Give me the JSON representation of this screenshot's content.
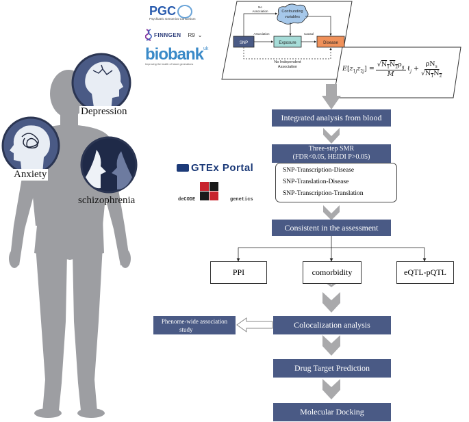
{
  "colors": {
    "navy": "#4a5a85",
    "figure": "#9d9ea2",
    "arrow": "#a9a9ab",
    "exposure": "#a6dcd8",
    "disease": "#f0915a",
    "cloud": "#a6c8ea",
    "snp": "#4a5a85"
  },
  "logos": {
    "pgc": "PGC",
    "pgc_sub": "Psychiatric Genomics Consortium",
    "finngen": "FINNGEN",
    "finngen_release": "R9",
    "biobank": "biobank",
    "biobank_sup": "uk",
    "biobank_sub": "Improving the health of future generations",
    "gtex": "GTEx Portal",
    "decode": "deCODE",
    "decode_suffix": "genetics"
  },
  "conditions": {
    "depression": "Depression",
    "anxiety": "Anxiety",
    "schizophrenia": "schizophrenia"
  },
  "dag": {
    "snp": "SNP",
    "exposure": "Exposure",
    "disease": "Disease",
    "confounders": [
      "Confounding",
      "variables"
    ],
    "no_association": [
      "No",
      "Association"
    ],
    "association": "Association",
    "causal": "Causal",
    "no_independent": [
      "No Independent",
      "Association"
    ]
  },
  "formula": {
    "latex": "E[z1j z2j] = (√(N1N2)ρg / M) ℓj + ρNs / √(N1N2)"
  },
  "flow": {
    "step1": "Integrated analysis from blood",
    "smr_title": "Three-step SMR",
    "smr_criteria": "(FDR<0.05,  HEIDI P>0.05)",
    "smr_items": [
      "SNP-Transcription-Disease",
      "SNP-Translation-Disease",
      "SNP-Transcription-Translation"
    ],
    "consistent": "Consistent in the assessment",
    "branches": [
      "PPI",
      "comorbidity",
      "eQTL-pQTL"
    ],
    "coloc": "Colocalization analysis",
    "phewas": [
      "Phenome-wide association",
      "study"
    ],
    "drug": "Drug Target Prediction",
    "docking": "Molecular Docking"
  }
}
